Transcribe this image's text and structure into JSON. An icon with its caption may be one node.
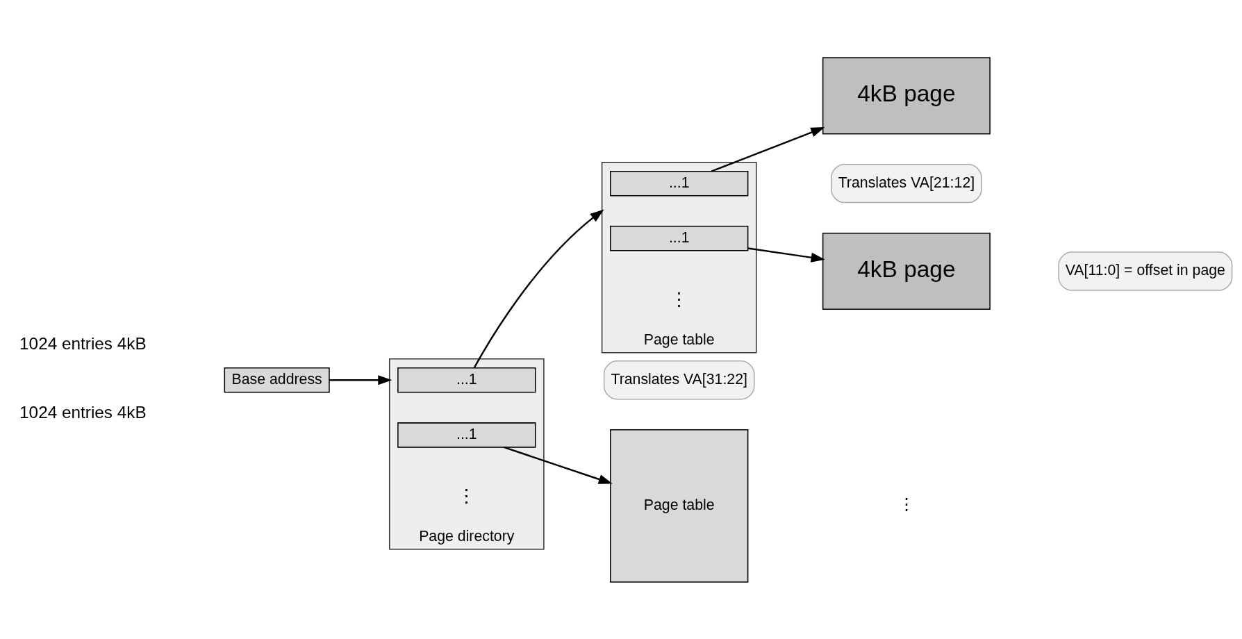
{
  "diagram": {
    "nodes": [
      {
        "text": [
          "Base address"
        ]
      },
      {
        "text": [
          "Page directory"
        ]
      },
      {
        "text": [
          "...1"
        ],
        "in": 1
      },
      {
        "text": [
          "...1"
        ],
        "in": 1
      },
      {
        "text": [
          "Page table"
        ]
      },
      {
        "text": [
          "...1"
        ],
        "in": 4
      },
      {
        "text": [
          "...1"
        ],
        "in": 4
      },
      {
        "text": [
          "Page table"
        ]
      },
      {
        "text": [
          "4kB page"
        ]
      },
      {
        "text": [
          "4kB page"
        ]
      },
      {
        "text": [
          "Translates VA[31:22]"
        ]
      },
      {
        "text": [
          "Translates VA[21:12]"
        ]
      },
      {
        "text": [
          "VA[11:0] = offset in page"
        ]
      }
    ],
    "edges": [
      {
        "from": 0,
        "to": 1,
        "arrow": "to"
      },
      {
        "from": 2,
        "to": 4,
        "arrow": "to"
      },
      {
        "from": 3,
        "to": 7,
        "arrow": "to"
      },
      {
        "from": 5,
        "to": 8,
        "arrow": "to"
      },
      {
        "from": 6,
        "to": 9,
        "arrow": "to"
      }
    ],
    "labels": [
      "1024 entries 4kB",
      "1024 entries 4kB",
      "⋮",
      "⋮",
      "⋮"
    ]
  }
}
